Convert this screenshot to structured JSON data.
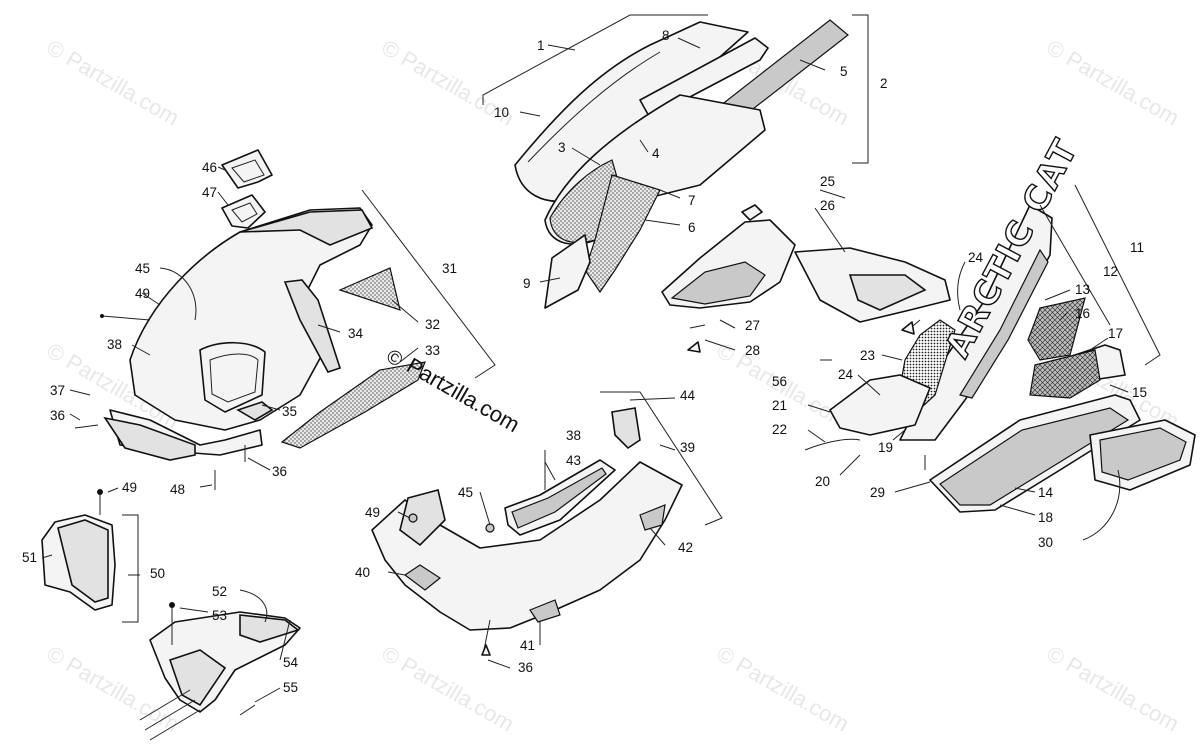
{
  "watermark": {
    "text": "© Partzilla.com",
    "center_symbol": "©",
    "center_text": "Partzilla.com"
  },
  "logo_text": "ARCTIC CAT",
  "callouts": {
    "c1": "1",
    "c2": "2",
    "c3": "3",
    "c4": "4",
    "c5": "5",
    "c6": "6",
    "c7": "7",
    "c8": "8",
    "c9": "9",
    "c10": "10",
    "c11": "11",
    "c12": "12",
    "c13": "13",
    "c14": "14",
    "c15": "15",
    "c16": "16",
    "c17": "17",
    "c18": "18",
    "c19": "19",
    "c20": "20",
    "c21": "21",
    "c22": "22",
    "c23": "23",
    "c24a": "24",
    "c24b": "24",
    "c25": "25",
    "c26": "26",
    "c27": "27",
    "c28": "28",
    "c29": "29",
    "c30": "30",
    "c31": "31",
    "c32": "32",
    "c33": "33",
    "c34": "34",
    "c35": "35",
    "c36a": "36",
    "c36b": "36",
    "c36c": "36",
    "c37": "37",
    "c38a": "38",
    "c38b": "38",
    "c39": "39",
    "c40": "40",
    "c41": "41",
    "c42": "42",
    "c43": "43",
    "c44": "44",
    "c45a": "45",
    "c45b": "45",
    "c46": "46",
    "c47": "47",
    "c48": "48",
    "c49a": "49",
    "c49b": "49",
    "c49c": "49",
    "c50": "50",
    "c51": "51",
    "c52": "52",
    "c53": "53",
    "c54": "54",
    "c55": "55",
    "c56": "56"
  }
}
